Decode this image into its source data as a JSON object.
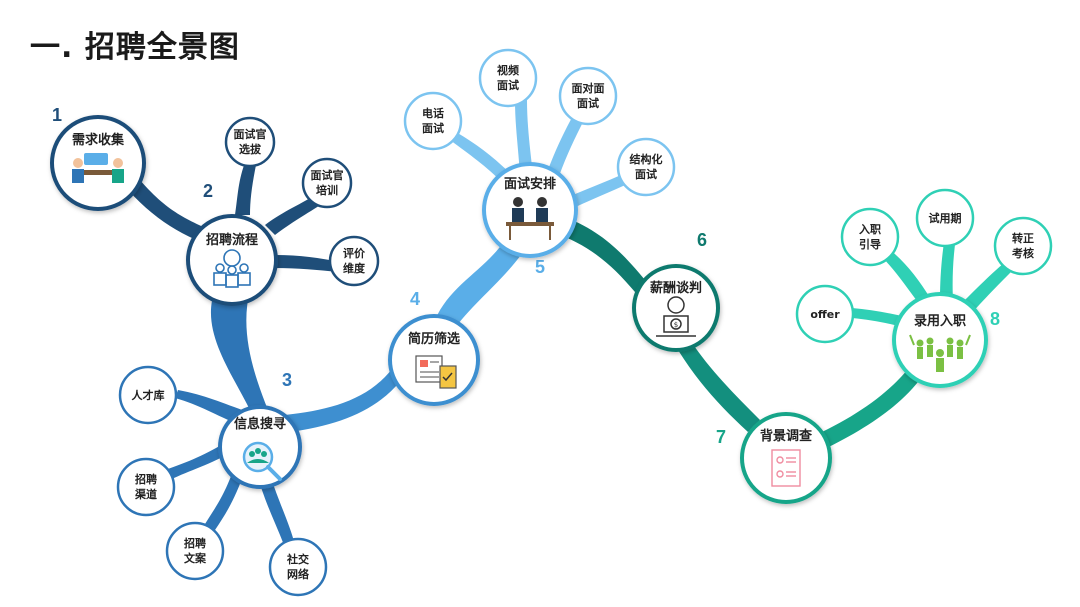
{
  "title": "一. 招聘全景图",
  "stages": [
    {
      "num": "1",
      "label": "需求收集",
      "icon": "meeting-icon"
    },
    {
      "num": "2",
      "label": "招聘流程",
      "icon": "team-gear-icon"
    },
    {
      "num": "3",
      "label": "信息搜寻",
      "icon": "search-people-icon"
    },
    {
      "num": "4",
      "label": "简历筛选",
      "icon": "resume-icon"
    },
    {
      "num": "5",
      "label": "面试安排",
      "icon": "interview-icon"
    },
    {
      "num": "6",
      "label": "薪酬谈判",
      "icon": "salary-icon"
    },
    {
      "num": "7",
      "label": "背景调查",
      "icon": "document-check-icon"
    },
    {
      "num": "8",
      "label": "录用入职",
      "icon": "celebration-icon"
    }
  ],
  "leaves": {
    "stage2": [
      [
        "面试官",
        "选拔"
      ],
      [
        "面试官",
        "培训"
      ],
      [
        "评价",
        "维度"
      ]
    ],
    "stage3": [
      [
        "人才库"
      ],
      [
        "招聘",
        "渠道"
      ],
      [
        "招聘",
        "文案"
      ],
      [
        "社交",
        "网络"
      ]
    ],
    "stage5": [
      [
        "电话",
        "面试"
      ],
      [
        "视频",
        "面试"
      ],
      [
        "面对面",
        "面试"
      ],
      [
        "结构化",
        "面试"
      ]
    ],
    "stage8": [
      [
        "offer"
      ],
      [
        "入职",
        "引导"
      ],
      [
        "试用期"
      ],
      [
        "转正",
        "考核"
      ]
    ]
  },
  "colors": {
    "dark_navy": "#1f4e79",
    "mid_blue": "#2e75b6",
    "light_blue": "#5aaee8",
    "sky_blue": "#7cc4f0",
    "dark_teal": "#0f7a6e",
    "teal": "#17a589",
    "aqua": "#2fd0b5",
    "num_blue": "#1f4e79",
    "num_light": "#5aaee8",
    "num_teal": "#17a589"
  }
}
